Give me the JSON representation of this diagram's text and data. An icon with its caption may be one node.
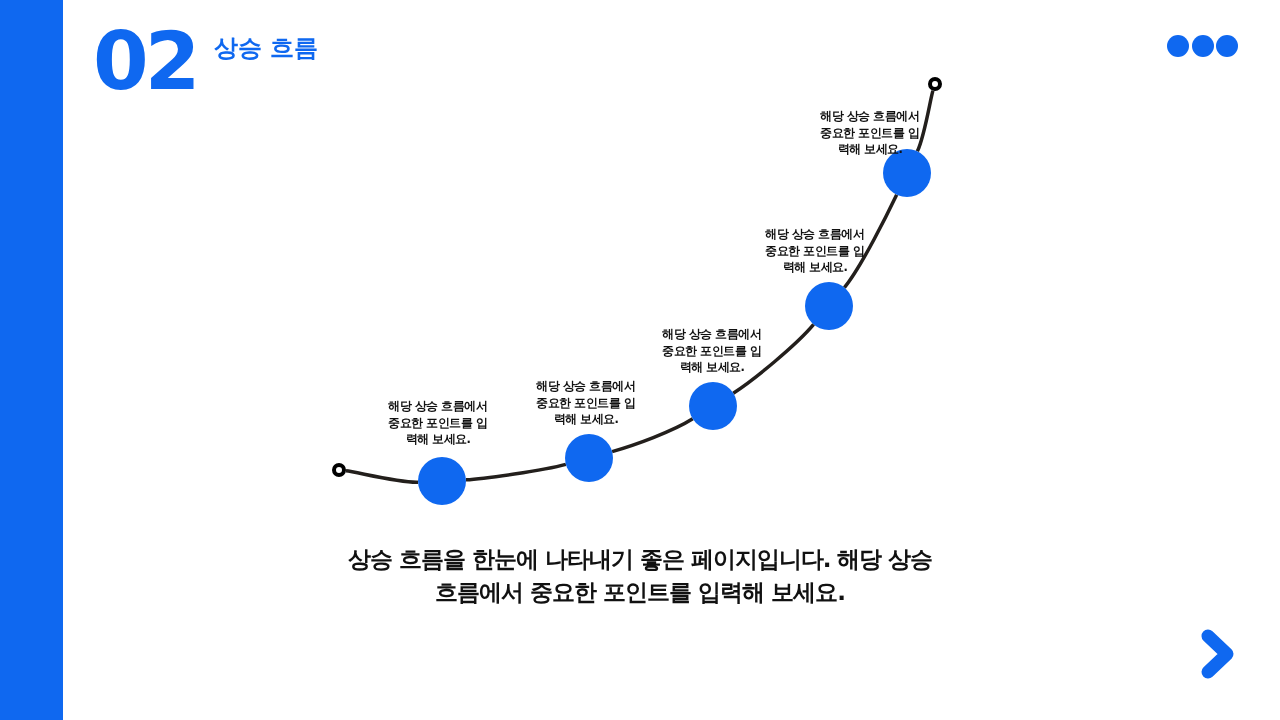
{
  "diagram": {
    "title": "상승 흐름",
    "caption": "상승 흐름을 한눈에 나타내기 좋은 페이지입니다. 해당 상승 흐름에서 중요한 포인트를 입력해 보세요.",
    "nodes": [
      {
        "text": [],
        "shape": "circle"
      },
      {
        "text": [],
        "shape": "circle",
        "beside": [
          "해당 상승 흐름에서 중요한 포인트를 입력해 보세요."
        ]
      },
      {
        "text": [],
        "shape": "circle",
        "beside": [
          "해당 상승 흐름에서 중요한 포인트를 입력해 보세요."
        ]
      },
      {
        "text": [],
        "shape": "circle",
        "beside": [
          "해당 상승 흐름에서 중요한 포인트를 입력해 보세요."
        ]
      },
      {
        "text": [],
        "shape": "circle",
        "beside": [
          "해당 상승 흐름에서 중요한 포인트를 입력해 보세요."
        ]
      },
      {
        "text": [],
        "shape": "circle",
        "beside": [
          "해당 상승 흐름에서 중요한 포인트를 입력해 보세요."
        ]
      },
      {
        "text": [],
        "shape": "circle"
      },
      {
        "text": [],
        "shape": "bar"
      }
    ],
    "edges": [
      {
        "from": 0,
        "to": 1,
        "arrow": "none"
      },
      {
        "from": 1,
        "to": 2,
        "arrow": "none"
      },
      {
        "from": 2,
        "to": 3,
        "arrow": "none"
      },
      {
        "from": 3,
        "to": 4,
        "arrow": "none"
      },
      {
        "from": 4,
        "to": 5,
        "arrow": "none"
      },
      {
        "from": 5,
        "to": 6,
        "arrow": "none"
      }
    ],
    "labels": [
      "02"
    ]
  }
}
